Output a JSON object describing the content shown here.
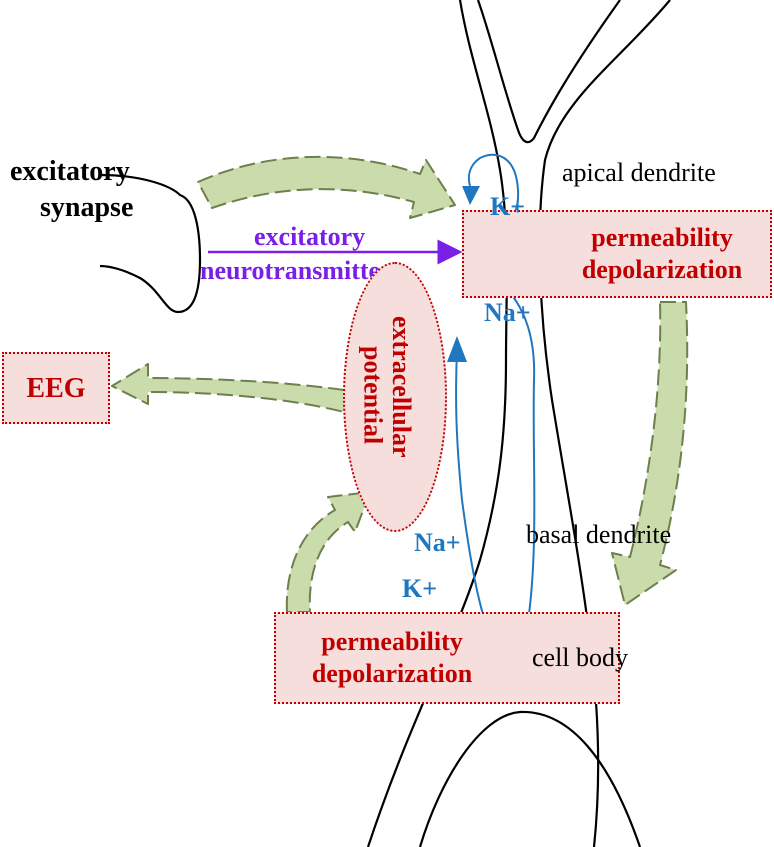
{
  "colors": {
    "box_fill": "#f6dedd",
    "box_border": "#c00000",
    "box_text": "#c00000",
    "ion_blue": "#1f77c0",
    "transmitter_purple": "#7a1fe6",
    "arrow_green": "#cadcab",
    "arrow_green_border": "#6d7f4d",
    "line": "#000000"
  },
  "labels": {
    "excitatory_synapse": [
      "excitatory",
      "synapse"
    ],
    "apical_dendrite": "apical dendrite",
    "basal_dendrite": "basal dendrite",
    "cell_body": "cell body",
    "neurotransmitter": [
      "excitatory",
      "neurotransmitter"
    ],
    "ion_k_top": "K+",
    "ion_na_top": "Na+",
    "ion_na_bottom": "Na+",
    "ion_k_bottom": "K+"
  },
  "boxes": {
    "top": [
      "permeability",
      "depolarization"
    ],
    "bottom": [
      "permeability",
      "depolarization"
    ],
    "eeg": "EEG",
    "extracellular": [
      "extracellular",
      "potential"
    ]
  },
  "icons": {
    "arrows": "wide-green-dashed-arrow-icon",
    "neuron": "neuron-outline-icon"
  }
}
